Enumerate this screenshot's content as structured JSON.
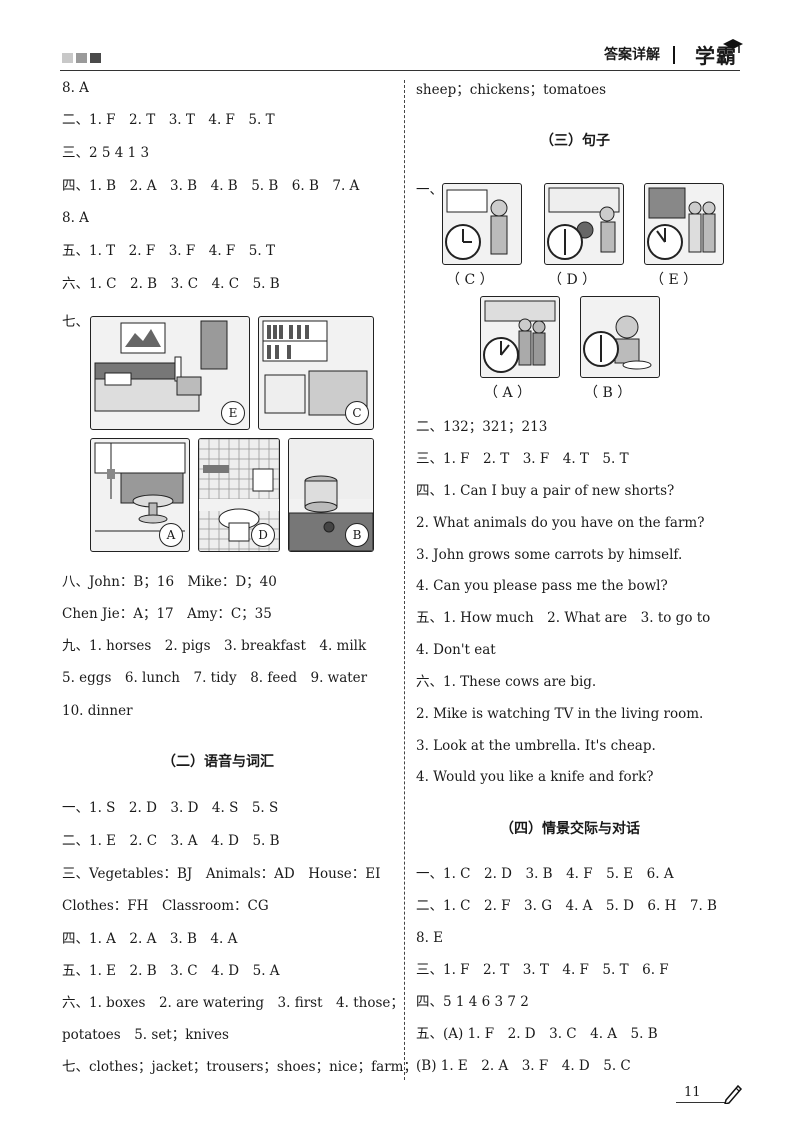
{
  "header": {
    "squares_colors": [
      "#c8c8c8",
      "#9a9a9a",
      "#4a4a4a"
    ],
    "title": "答案详解",
    "logo": "学霸"
  },
  "left": {
    "lines": [
      "8. A",
      "二、1. F　2. T　3. T　4. F　5. T",
      "三、2 5 4 1 3",
      "四、1. B　2. A　3. B　4. B　5. B　6. B　7. A",
      "8. A",
      "五、1. T　2. F　3. F　4. F　5. T",
      "六、1. C　2. B　3. C　4. C　5. B"
    ],
    "q7_label": "七、",
    "q7_picture_letters": [
      "E",
      "C",
      "A",
      "D",
      "B"
    ],
    "lines2": [
      "八、John：B；16　Mike：D；40",
      "Chen Jie：A；17　Amy：C；35",
      "九、1. horses　2. pigs　3. breakfast　4. milk",
      "5. eggs　6. lunch　7. tidy　8. feed　9. water",
      "10. dinner"
    ],
    "section2_title": "（二）语音与词汇",
    "lines3": [
      "一、1. S　2. D　3. D　4. S　5. S",
      "二、1. E　2. C　3. A　4. D　5. B",
      "三、Vegetables：BJ　Animals：AD　House：EI",
      "Clothes：FH　Classroom：CG",
      "四、1. A　2. A　3. B　4. A",
      "五、1. E　2. B　3. C　4. D　5. A",
      "六、1. boxes　2. are watering　3. first　4. those；",
      "potatoes　5. set；knives",
      "七、clothes；jacket；trousers；shoes；nice；farm；"
    ]
  },
  "right": {
    "line0": "sheep；chickens；tomatoes",
    "section3_title": "（三）句子",
    "q1_label": "一、",
    "q1_captions": [
      "（ C ）",
      "（ D ）",
      "（ E ）",
      "（ A ）",
      "（ B ）"
    ],
    "lines": [
      "二、132；321；213",
      "三、1. F　2. T　3. F　4. T　5. T",
      "四、1. Can I buy a pair of new shorts?",
      "2. What animals do you have on the farm?",
      "3. John grows some carrots by himself.",
      "4. Can you please pass me the bowl?",
      "五、1. How much　2. What are　3. to go to",
      "4. Don't eat",
      "六、1. These cows are big.",
      "2. Mike is watching TV in the living room.",
      "3. Look at the umbrella. It's cheap.",
      "4. Would you like a knife and fork?"
    ],
    "section4_title": "（四）情景交际与对话",
    "lines2": [
      "一、1. C　2. D　3. B　4. F　5. E　6. A",
      "二、1. C　2. F　3. G　4. A　5. D　6. H　7. B",
      "8. E",
      "三、1. F　2. T　3. T　4. F　5. T　6. F",
      "四、5 1 4 6 3 7 2",
      "五、(A) 1. F　2. D　3. C　4. A　5. B",
      "(B) 1. E　2. A　3. F　4. D　5. C"
    ]
  },
  "footer": {
    "page_number": "11"
  }
}
